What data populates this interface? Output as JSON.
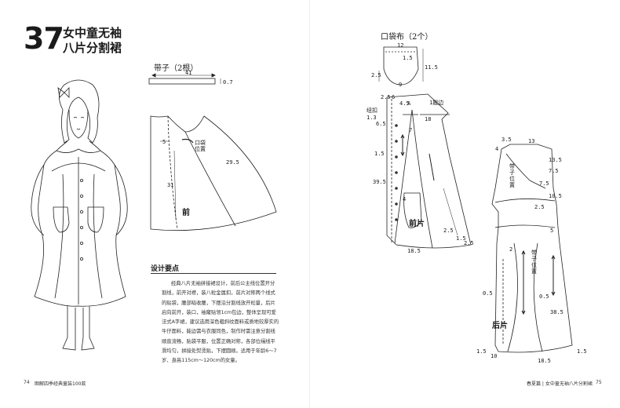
{
  "pattern_number": "37",
  "title": {
    "line1": "女中童无袖",
    "line2": "八片分割裙"
  },
  "strap": {
    "label": "带子（2根）",
    "length": "41",
    "width": "0.7"
  },
  "front_skirt": {
    "label": "前",
    "measures": {
      "a": "5",
      "b": "29.5",
      "c": "31"
    },
    "pocket_label": "口袋位置"
  },
  "pocket": {
    "label": "口袋布（2个）",
    "measures": {
      "a": "12",
      "b": "1.5",
      "c": "11.5",
      "d": "2.5",
      "e": "9"
    }
  },
  "front_piece": {
    "label": "前片",
    "button_label": "纽扣",
    "dart_label": "1搬边",
    "measures": {
      "m1": "2.5",
      "m2": "6",
      "m3": "4.5",
      "m4": "1.3",
      "m5": "6.5",
      "m6": "18",
      "m7": "7",
      "m8": "1.5",
      "m9": "39.5",
      "m10": "4",
      "m11": "2.5",
      "m12": "1.5",
      "m13": "18.5",
      "m14": "2.5",
      "m15": "A"
    }
  },
  "back_piece": {
    "label": "后片",
    "strap_label": "带子位置",
    "measures": {
      "m1": "3.5",
      "m2": "4",
      "m3": "13",
      "m4": "13.5",
      "m5": "7.5",
      "m6": "10.5",
      "m7": "2.5",
      "m8": "5",
      "m9": "2",
      "m10": "0.5",
      "m11": "0.5",
      "m12": "38.5",
      "m13": "1.5",
      "m14": "10",
      "m15": "18.5",
      "m16": "1.5",
      "m17": "7.5"
    }
  },
  "design": {
    "heading": "设计要点",
    "body": "经典八片无袖拼接裙设计，前后公主线位置开分割线，前开对襟，装八粒金属扣，前片对称两个线式的贴袋，腰部暗收腰，下摆沿分割线放开松量，后片启向前开，装口，袖窿贴领1cm包边，整体呈现可爱法式A字裙，建议选用深色粗斜纹面料或质地较厚实的牛仔面料，能边需与衣服同色，制作时需注意分割线顺直流畅，贴袋平服，位置正确对称，各部位缉线平滑均匀，拼接处熨烫贴，下摆圆顺。适用于年龄6～7岁、身高115cm～120cm的女童。"
  },
  "footer": {
    "left_page": "74",
    "left_book": "图解四季经典童装100款",
    "right_section": "春夏篇 | 女中童无袖八片分割裙",
    "right_page": "75"
  }
}
